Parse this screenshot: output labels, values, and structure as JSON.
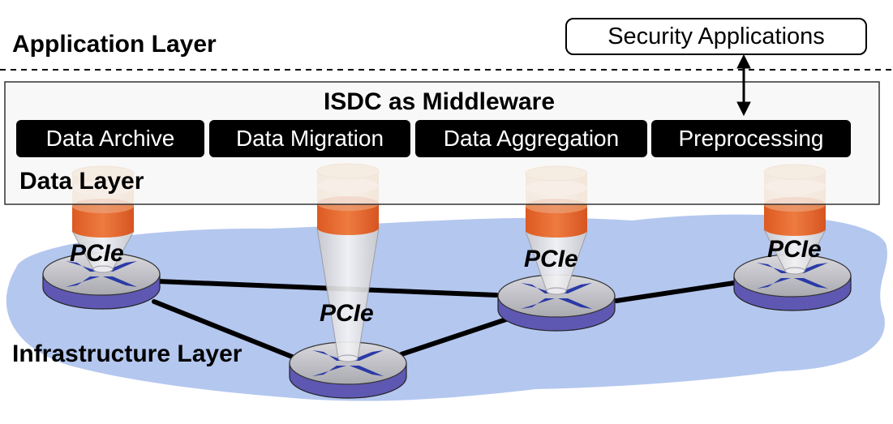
{
  "application_layer": {
    "title": "Application Layer",
    "security_box": "Security Applications"
  },
  "data_layer": {
    "title": "Data Layer",
    "middleware_title": "ISDC as Middleware",
    "modules": [
      {
        "label": "Data Archive"
      },
      {
        "label": "Data Migration"
      },
      {
        "label": "Data Aggregation"
      },
      {
        "label": "Preprocessing"
      }
    ]
  },
  "infrastructure_layer": {
    "title": "Infrastructure Layer",
    "nodes": [
      {
        "pcie_label": "PCIe"
      },
      {
        "pcie_label": "PCIe"
      },
      {
        "pcie_label": "PCIe"
      },
      {
        "pcie_label": "PCIe"
      }
    ]
  },
  "colors": {
    "cloud": "#b4c7ef",
    "router_top": "#bcbcc2",
    "router_side": "#5e58b3",
    "router_arrows": "#2a3aa6",
    "disk_top": "#f3d2b0",
    "disk_band": "#e2642c",
    "panel_fill": "#f5f5f5",
    "panel_border": "#333333",
    "module_fill": "#000000"
  },
  "icons": [
    "storage-cylinder-icon",
    "router-icon",
    "double-headed-arrow-icon"
  ]
}
